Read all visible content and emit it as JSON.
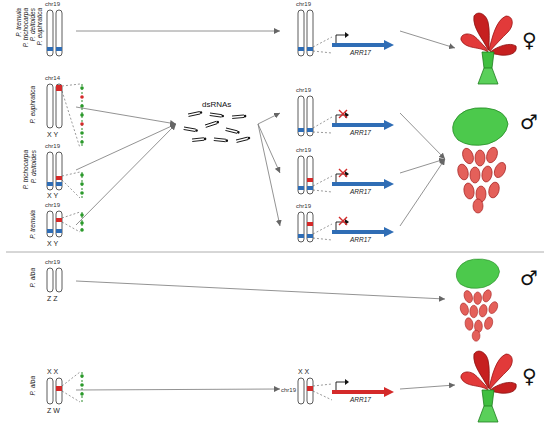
{
  "diagram": {
    "nodes": [
      {
        "text": [
          "P. tremula",
          "P. trichocarpa",
          "P. deltoides",
          "P. euphratica",
          "chr19"
        ]
      },
      {
        "text": [
          "P. euphratica",
          "chr14",
          "X Y"
        ]
      },
      {
        "text": [
          "P. trichocarpa",
          "P. deltoides",
          "chr19",
          "X Y"
        ]
      },
      {
        "text": [
          "P. tremula",
          "chr19",
          "X Y"
        ]
      },
      {
        "text": [
          "dsRNAs"
        ]
      },
      {
        "text": [
          "chr19",
          "ARR17"
        ]
      },
      {
        "text": [
          "chr19",
          "ARR17"
        ]
      },
      {
        "text": [
          "chr19",
          "ARR17"
        ]
      },
      {
        "text": [
          "chr19",
          "ARR17"
        ]
      },
      {
        "text": [
          "♀"
        ]
      },
      {
        "text": [
          "♂"
        ]
      },
      {
        "text": [
          "P. alba",
          "chr19",
          "Z Z"
        ]
      },
      {
        "text": [
          "♂"
        ]
      },
      {
        "text": [
          "P. alba",
          "X X",
          "Z W"
        ]
      },
      {
        "text": [
          "X X",
          "chr19",
          "ARR17"
        ]
      },
      {
        "text": [
          "♀"
        ]
      }
    ],
    "edges": [
      {
        "from": 0,
        "to": 5,
        "arrow": "to"
      },
      {
        "from": 1,
        "to": 4,
        "arrow": "to"
      },
      {
        "from": 2,
        "to": 4,
        "arrow": "to"
      },
      {
        "from": 3,
        "to": 4,
        "arrow": "to"
      },
      {
        "from": 4,
        "to": 6,
        "arrow": "to"
      },
      {
        "from": 4,
        "to": 7,
        "arrow": "to"
      },
      {
        "from": 4,
        "to": 8,
        "arrow": "to"
      },
      {
        "from": 5,
        "to": 9,
        "arrow": "to"
      },
      {
        "from": 6,
        "to": 10,
        "arrow": "to"
      },
      {
        "from": 7,
        "to": 10,
        "arrow": "to"
      },
      {
        "from": 8,
        "to": 10,
        "arrow": "to"
      },
      {
        "from": 11,
        "to": 12,
        "arrow": "to"
      },
      {
        "from": 13,
        "to": 14,
        "arrow": "to"
      },
      {
        "from": 14,
        "to": 15,
        "arrow": "to"
      }
    ]
  }
}
